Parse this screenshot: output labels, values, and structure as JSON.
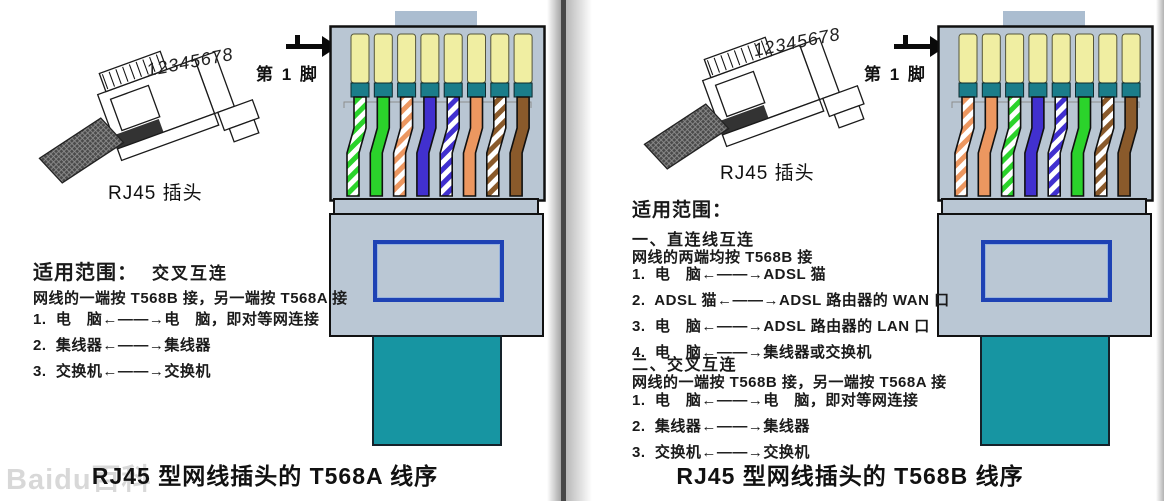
{
  "colors": {
    "connector_body": "#b9c6d3",
    "connector_tab": "#abbdd0",
    "pin": "#f0eea2",
    "pin_border": "#55553a",
    "pin_band": "#1b7d8a",
    "cable": "#1795a2",
    "window_border": "#1e42b4",
    "wire": {
      "green": "#2bd32b",
      "orange": "#ec9760",
      "blue": "#4130cf",
      "brown": "#8a5a2b",
      "white": "#ffffff"
    }
  },
  "left": {
    "plug_numbers": "12345678",
    "plug_label": "RJ45 插头",
    "pin1_label": "第 1 脚",
    "scope_title": "适用范围：",
    "scope_value": "交叉互连",
    "desc": "网线的一端按 T568B 接，另一端按 T568A 接",
    "items": [
      "1.  电　脑←——→电　脑，即对等网连接",
      "2.  集线器←——→集线器",
      "3.  交换机←——→交换机"
    ],
    "caption": "RJ45 型网线插头的 T568A 线序",
    "wiring": [
      "white-green",
      "green",
      "white-orange",
      "blue",
      "white-blue",
      "orange",
      "white-brown",
      "brown"
    ]
  },
  "right": {
    "plug_numbers": "12345678",
    "plug_label": "RJ45 插头",
    "pin1_label": "第 1 脚",
    "scope_title": "适用范围：",
    "section1_title": "一、直连线互连",
    "section1_desc": "网线的两端均按 T568B 接",
    "section1_items": [
      "1.  电　脑←——→ADSL 猫",
      "2.  ADSL 猫←——→ADSL 路由器的 WAN 口",
      "3.  电　脑←——→ADSL 路由器的 LAN 口",
      "4.  电　脑←——→集线器或交换机"
    ],
    "section2_title": "二、交叉互连",
    "section2_desc": "网线的一端按 T568B 接，另一端按 T568A 接",
    "section2_items": [
      "1.  电　脑←——→电　脑，即对等网连接",
      "2.  集线器←——→集线器",
      "3.  交换机←——→交换机"
    ],
    "caption": "RJ45 型网线插头的 T568B 线序",
    "wiring": [
      "white-orange",
      "orange",
      "white-green",
      "blue",
      "white-blue",
      "green",
      "white-brown",
      "brown"
    ]
  },
  "watermark": "Baidu百科"
}
